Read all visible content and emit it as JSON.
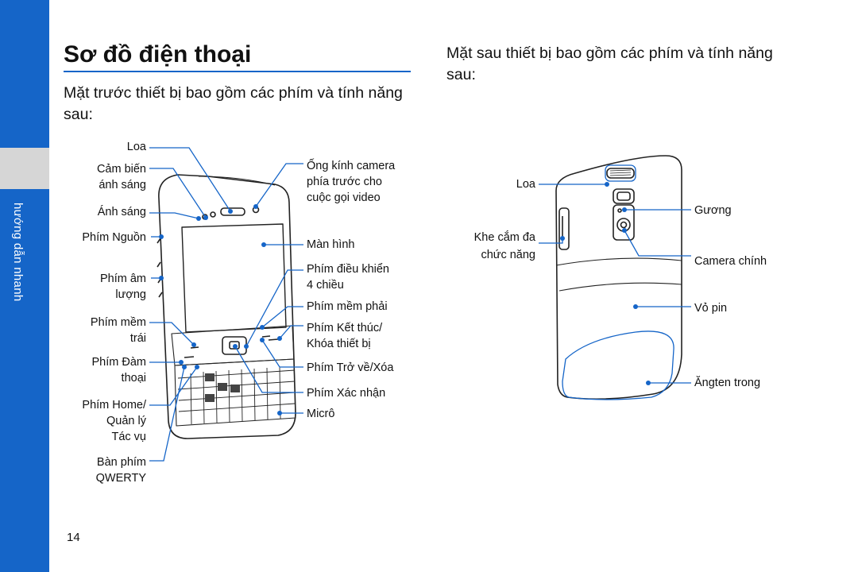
{
  "sidebar": {
    "section_label": "hướng dẫn nhanh"
  },
  "page": {
    "title": "Sơ đồ điện thoại",
    "front_intro": "Mặt trước thiết bị bao gồm các phím và tính năng sau:",
    "back_intro": "Mặt sau thiết bị bao gồm các phím và tính năng sau:",
    "page_number": "14"
  },
  "front_labels": {
    "loa": "Loa",
    "cam_bien_1": "Cảm biến",
    "cam_bien_2": "ánh sáng",
    "anh_sang": "Ánh sáng",
    "phim_nguon": "Phím Nguồn",
    "phim_am_1": "Phím âm",
    "phim_am_2": "lượng",
    "phim_mem_trai_1": "Phím mềm",
    "phim_mem_trai_2": "trái",
    "phim_dam_1": "Phím Đàm",
    "phim_dam_2": "thoại",
    "phim_home_1": "Phím Home/",
    "phim_home_2": "Quản lý",
    "phim_home_3": "Tác vụ",
    "ban_phim_1": "Bàn phím",
    "ban_phim_2": "QWERTY",
    "ong_kinh_1": "Ống kính camera",
    "ong_kinh_2": "phía trước cho",
    "ong_kinh_3": "cuộc gọi video",
    "man_hinh": "Màn hình",
    "dieu_khien_1": "Phím điều khiển",
    "dieu_khien_2": "4 chiều",
    "mem_phai": "Phím mềm phải",
    "ket_thuc_1": "Phím Kết thúc/",
    "ket_thuc_2": "Khóa thiết bị",
    "tro_ve": "Phím Trở về/Xóa",
    "xac_nhan": "Phím Xác nhận",
    "micro": "Micrô"
  },
  "back_labels": {
    "loa": "Loa",
    "khe_cam_1": "Khe cắm đa",
    "khe_cam_2": "chức năng",
    "guong": "Gương",
    "camera_chinh": "Camera chính",
    "vo_pin": "Vỏ pin",
    "angten": "Ăngten trong"
  },
  "colors": {
    "accent": "#1565c8",
    "tab": "#d6d6d6"
  }
}
